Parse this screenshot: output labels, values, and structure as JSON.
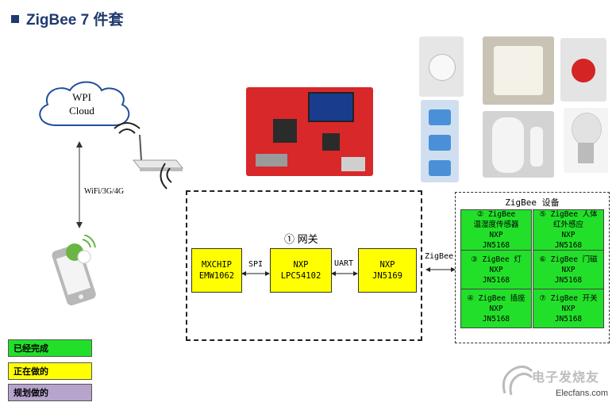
{
  "title": "ZigBee 7 件套",
  "cloud": {
    "line1": "WPI",
    "line2": "Cloud"
  },
  "link_wifi": "WiFi/3G/4G",
  "gateway": {
    "title": "① 网关",
    "chips": [
      {
        "line1": "MXCHIP",
        "line2": "EMW1062"
      },
      {
        "line1": "NXP",
        "line2": "LPC54102"
      },
      {
        "line1": "NXP",
        "line2": "JN5169"
      }
    ],
    "link_spi": "SPI",
    "link_uart": "UART"
  },
  "link_zigbee": "ZigBee",
  "devices": {
    "title": "ZigBee 设备",
    "cells": [
      {
        "line1": "② ZigBee",
        "line2": "温湿度传感器",
        "line3": "NXP",
        "line4": "JN5168"
      },
      {
        "line1": "⑤ ZigBee 人体",
        "line2": "红外感应",
        "line3": "NXP",
        "line4": "JN5168"
      },
      {
        "line1": "③ ZigBee 灯",
        "line2": "NXP",
        "line3": "JN5168"
      },
      {
        "line1": "⑥ ZigBee 门磁",
        "line2": "NXP",
        "line3": "JN5168"
      },
      {
        "line1": "④ ZigBee 插座",
        "line2": "NXP",
        "line3": "JN5168"
      },
      {
        "line1": "⑦ ZigBee 开关",
        "line2": "NXP",
        "line3": "JN5168"
      }
    ]
  },
  "legend": [
    {
      "label": "已经完成",
      "color": "#22e02a"
    },
    {
      "label": "正在做的",
      "color": "#ffff00"
    },
    {
      "label": "规划做的",
      "color": "#b6a4cc"
    }
  ],
  "watermark": {
    "brand": "电子发烧友",
    "url": "Elecfans.com"
  },
  "colors": {
    "title": "#1f3a6e",
    "done": "#22e02a",
    "doing": "#ffff00",
    "planned": "#b6a4cc",
    "board": "#d8282a"
  }
}
